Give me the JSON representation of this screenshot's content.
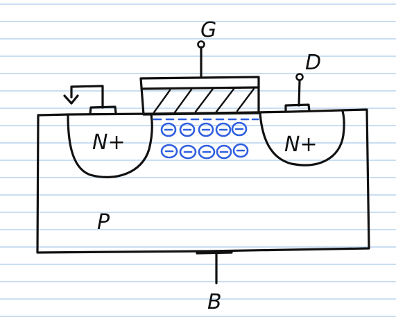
{
  "diagram": {
    "terminal_gate": "G",
    "terminal_drain": "D",
    "terminal_body": "B",
    "source_region": "N+",
    "drain_region": "N+",
    "substrate": "P"
  },
  "colors": {
    "ink": "#111111",
    "electrons": "#2f5fe0",
    "ruled_lines": "#a9c9ea",
    "paper": "#ffffff"
  },
  "icons": {
    "source_terminal": "ground-arrow-icon"
  }
}
